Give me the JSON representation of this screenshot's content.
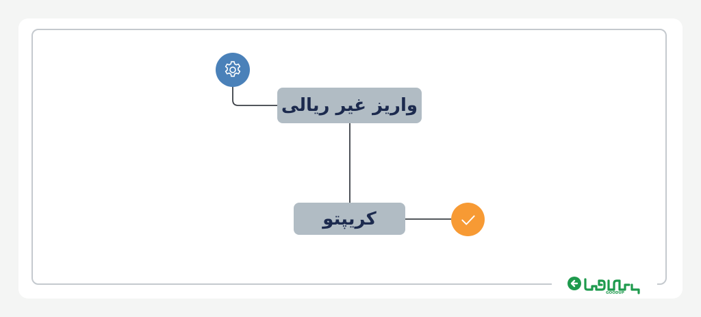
{
  "diagram": {
    "nodes": [
      {
        "id": "deposit",
        "label": "واریز غیر ریالی",
        "badge_icon": "gear-icon",
        "badge_color": "#4a81b9"
      },
      {
        "id": "crypto",
        "label": "کریپتو",
        "badge_icon": "check-icon",
        "badge_color": "#f79a34"
      }
    ],
    "edges": [
      {
        "from": "deposit",
        "to": "crypto"
      }
    ]
  },
  "logo": {
    "brand_text": "گودآپ",
    "latin_text": "GOODUP",
    "color": "#1e9a4d"
  },
  "colors": {
    "node_fill": "#b1bcc4",
    "node_text": "#1c2a4e",
    "frame_border": "#c4c9ce"
  }
}
